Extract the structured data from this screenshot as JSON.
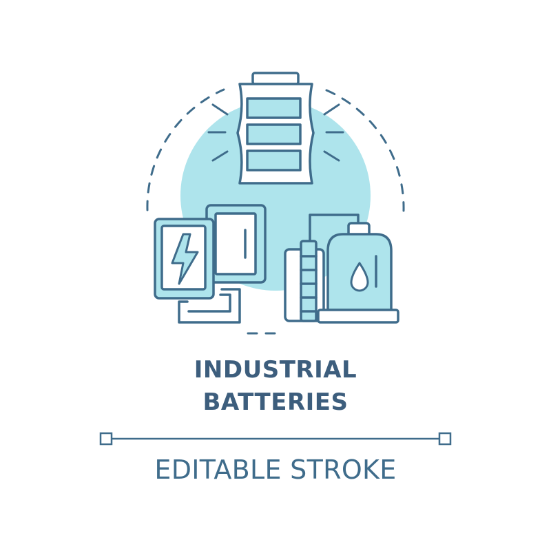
{
  "title": {
    "line1": "INDUSTRIAL",
    "line2": "BATTERIES"
  },
  "caption": "EDITABLE STROKE",
  "icons": {
    "main": "industrial-batteries-icon",
    "top_battery": "battery-full-icon",
    "power_unit": "lightning-battery-icon",
    "tank": "liquid-tank-icon"
  },
  "colors": {
    "stroke": "#3f6c8b",
    "accent": "#aee4ec",
    "title": "#3d5e7d",
    "caption": "#3f6c8b",
    "background": "#ffffff"
  }
}
